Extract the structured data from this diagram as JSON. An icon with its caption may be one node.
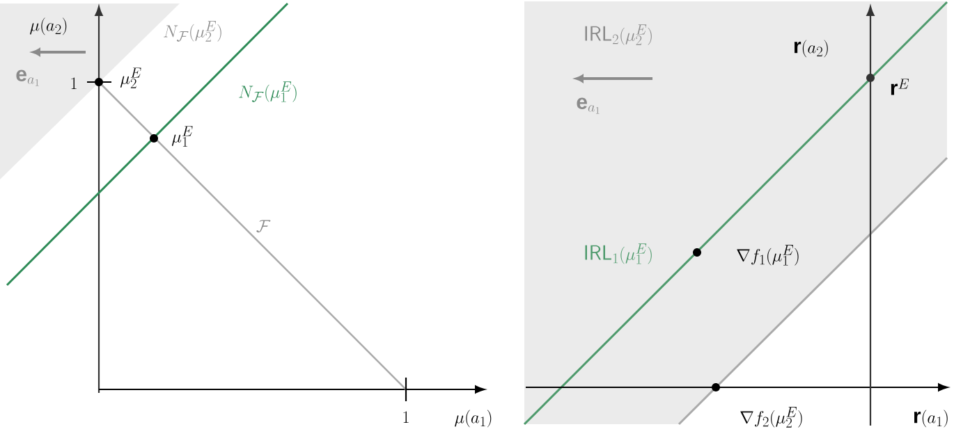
{
  "diagram": {
    "labels": [
      "\\mu(a_2)",
      "N_{\\mathcal{F}}(\\mu_2^E)",
      "\\mathbf{e}_{a_1}",
      "1",
      "\\mu_2^E",
      "N_{\\mathcal{F}}(\\mu_1^E)",
      "\\mu_1^E",
      "\\mathcal{F}",
      "1",
      "\\mu(a_1)",
      "\\mathsf{IRL}_2(\\mu_2^E)",
      "\\mathbf{e}_{a_1}",
      "\\mathbf{r}(a_2)",
      "\\mathbf{r}^E",
      "\\mathsf{IRL}_1(\\mu_1^E)",
      "\\nabla f_1(\\mu_1^E)",
      "\\nabla f_2(\\mu_2^E)",
      "\\mathbf{r}(a_1)"
    ]
  }
}
